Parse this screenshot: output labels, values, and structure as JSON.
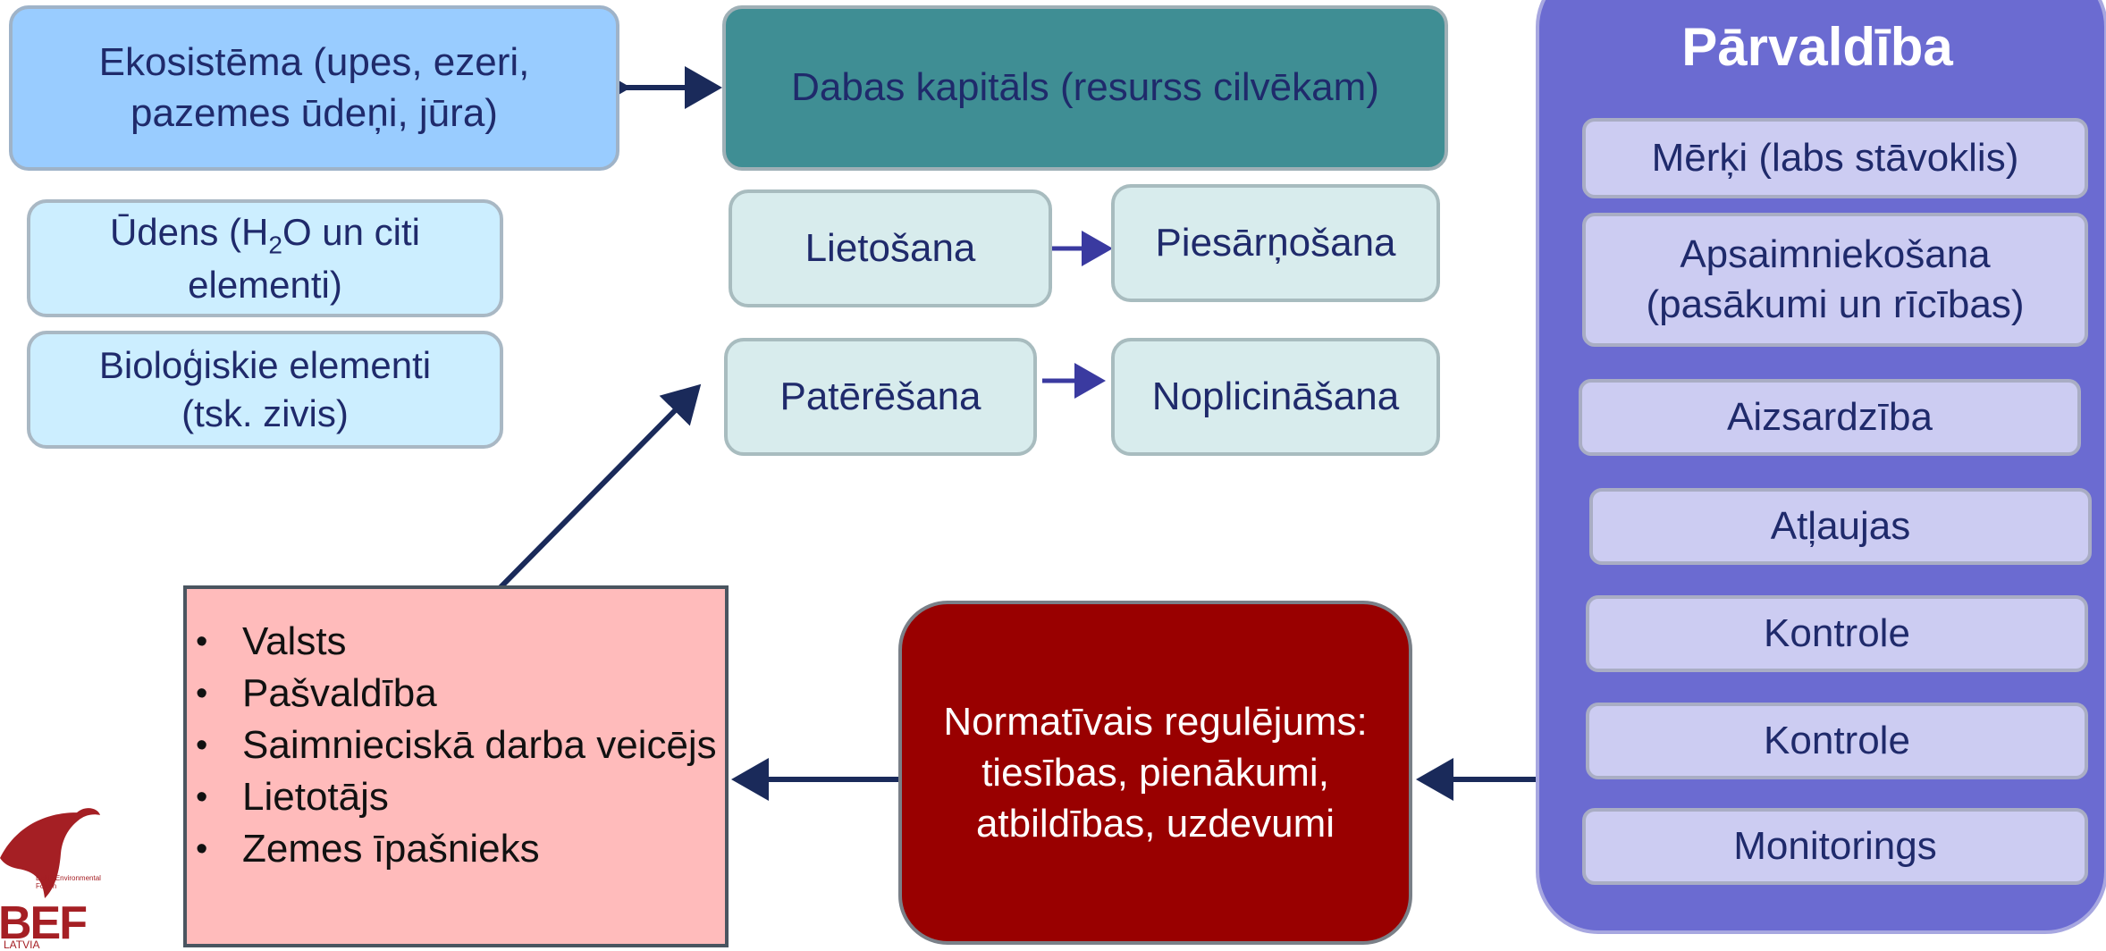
{
  "ecosystem": {
    "label": "Ekosistēma (upes, ezeri, pazemes ūdeņi, jūra)"
  },
  "natural_capital": {
    "label": "Dabas kapitāls (resurss cilvēkam)"
  },
  "water": {
    "label_part1": "Ūdens (H",
    "subscript": "2",
    "label_part2": "O un citi elementi)"
  },
  "biological": {
    "label": "Bioloģiskie elementi (tsk. zivis)"
  },
  "usage": {
    "use": "Lietošana",
    "pollution": "Piesārņošana",
    "consumption": "Patērēšana",
    "depletion": "Noplicināšana"
  },
  "governance": {
    "title": "Pārvaldība",
    "items": [
      "Mērķi (labs stāvoklis)",
      "Apsaimniekošana (pasākumi un rīcības)",
      "Aizsardzība",
      "Atļaujas",
      "Kontrole",
      "Kontrole",
      "Monitorings"
    ]
  },
  "normative": {
    "label": "Normatīvais regulējums: tiesības, pienākumi, atbildības, uzdevumi"
  },
  "actors": {
    "items": [
      "Valsts",
      "Pašvaldība",
      "Saimnieciskā darba veicējs",
      "Lietotājs",
      "Zemes īpašnieks"
    ]
  },
  "logo": {
    "text": "BEF",
    "subtext": "Baltic Environmental Forum",
    "country": "LATVIA"
  },
  "colors": {
    "arrow": "#1a2a5a",
    "governance_panel": "#6b6bd1",
    "normative_box": "#990000",
    "actors_box": "#ffbbbb",
    "logo": "#a51f24"
  }
}
